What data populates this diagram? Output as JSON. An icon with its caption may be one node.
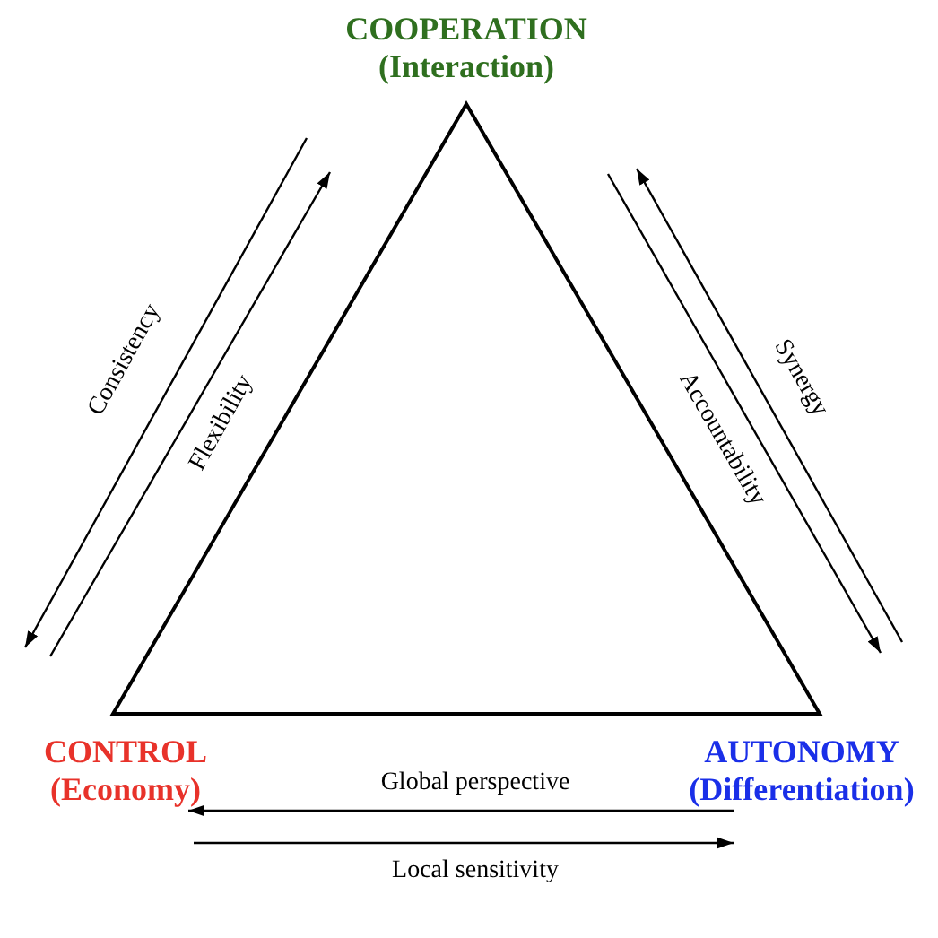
{
  "diagram": {
    "nodes": [
      {
        "text": [
          "COOPERATION",
          "(Interaction)"
        ]
      },
      {
        "text": [
          "CONTROL",
          "(Economy)"
        ]
      },
      {
        "text": [
          "AUTONOMY",
          "(Differentiation)"
        ]
      }
    ],
    "edges": [
      {
        "from": 0,
        "to": 1,
        "arrow": "to",
        "label": "Consistency"
      },
      {
        "from": 1,
        "to": 0,
        "arrow": "to",
        "label": "Flexibility"
      },
      {
        "from": 0,
        "to": 2,
        "arrow": "to",
        "label": "Accountability"
      },
      {
        "from": 2,
        "to": 0,
        "arrow": "to",
        "label": "Synergy"
      },
      {
        "from": 2,
        "to": 1,
        "arrow": "to",
        "label": "Global perspective"
      },
      {
        "from": 1,
        "to": 2,
        "arrow": "to",
        "label": "Local sensitivity"
      }
    ]
  }
}
